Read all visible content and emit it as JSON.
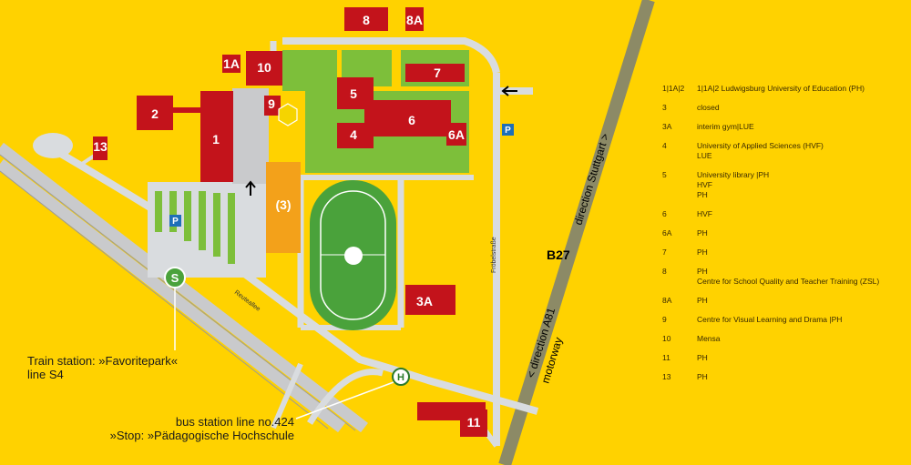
{
  "buildings": {
    "b8": "8",
    "b8a": "8A",
    "b1a": "1A",
    "b10": "10",
    "b7": "7",
    "b2": "2",
    "b9": "9",
    "b5": "5",
    "b6": "6",
    "b1": "1",
    "b13": "13",
    "b4": "4",
    "b6a": "6A",
    "b3": "(3)",
    "b3a": "3A",
    "b11": "11"
  },
  "roads": {
    "b27": "B27",
    "stuttgart": "direction Stuttgart >",
    "a81_line1": "< direction A81",
    "a81_line2": "motorway",
    "froebel": "Fröbelstraße",
    "reuteallee": "Reuteallee"
  },
  "parking_symbol": "P",
  "train": {
    "symbol": "S",
    "line1": "Train station: »Favoritepark«",
    "line2": "line S4"
  },
  "bus": {
    "symbol": "H",
    "line1": "bus station line no.424",
    "line2": "Stop: »Pädagogische Hochschule«"
  },
  "legend": [
    {
      "code": "1|1A|2",
      "desc": [
        "1|1A|2    Ludwigsburg University of Education (PH)"
      ]
    },
    {
      "code": "3",
      "desc": [
        "closed"
      ]
    },
    {
      "code": "3A",
      "desc": [
        "interim gym|LUE"
      ]
    },
    {
      "code": "4",
      "desc": [
        "University of Applied Sciences (HVF)",
        "LUE"
      ]
    },
    {
      "code": "5",
      "desc": [
        "University library |PH",
        "HVF",
        "PH"
      ]
    },
    {
      "code": "6",
      "desc": [
        "HVF"
      ]
    },
    {
      "code": "6A",
      "desc": [
        "PH"
      ]
    },
    {
      "code": "7",
      "desc": [
        "PH"
      ]
    },
    {
      "code": "8",
      "desc": [
        "PH",
        "Centre for School Quality and Teacher Training (ZSL)"
      ]
    },
    {
      "code": "8A",
      "desc": [
        "PH"
      ]
    },
    {
      "code": "9",
      "desc": [
        "Centre for Visual Learning and Drama |PH"
      ]
    },
    {
      "code": "10",
      "desc": [
        "Mensa"
      ]
    },
    {
      "code": "11",
      "desc": [
        "PH"
      ]
    },
    {
      "code": "13",
      "desc": [
        "PH"
      ]
    }
  ],
  "colors": {
    "background": "#FFD200",
    "building": "#C3131B",
    "green": "#7DBF3A",
    "path": "#D9DCDF",
    "closed": "#F3A11A",
    "highway": "#8C8A66",
    "parking": "#1E6FB8"
  }
}
